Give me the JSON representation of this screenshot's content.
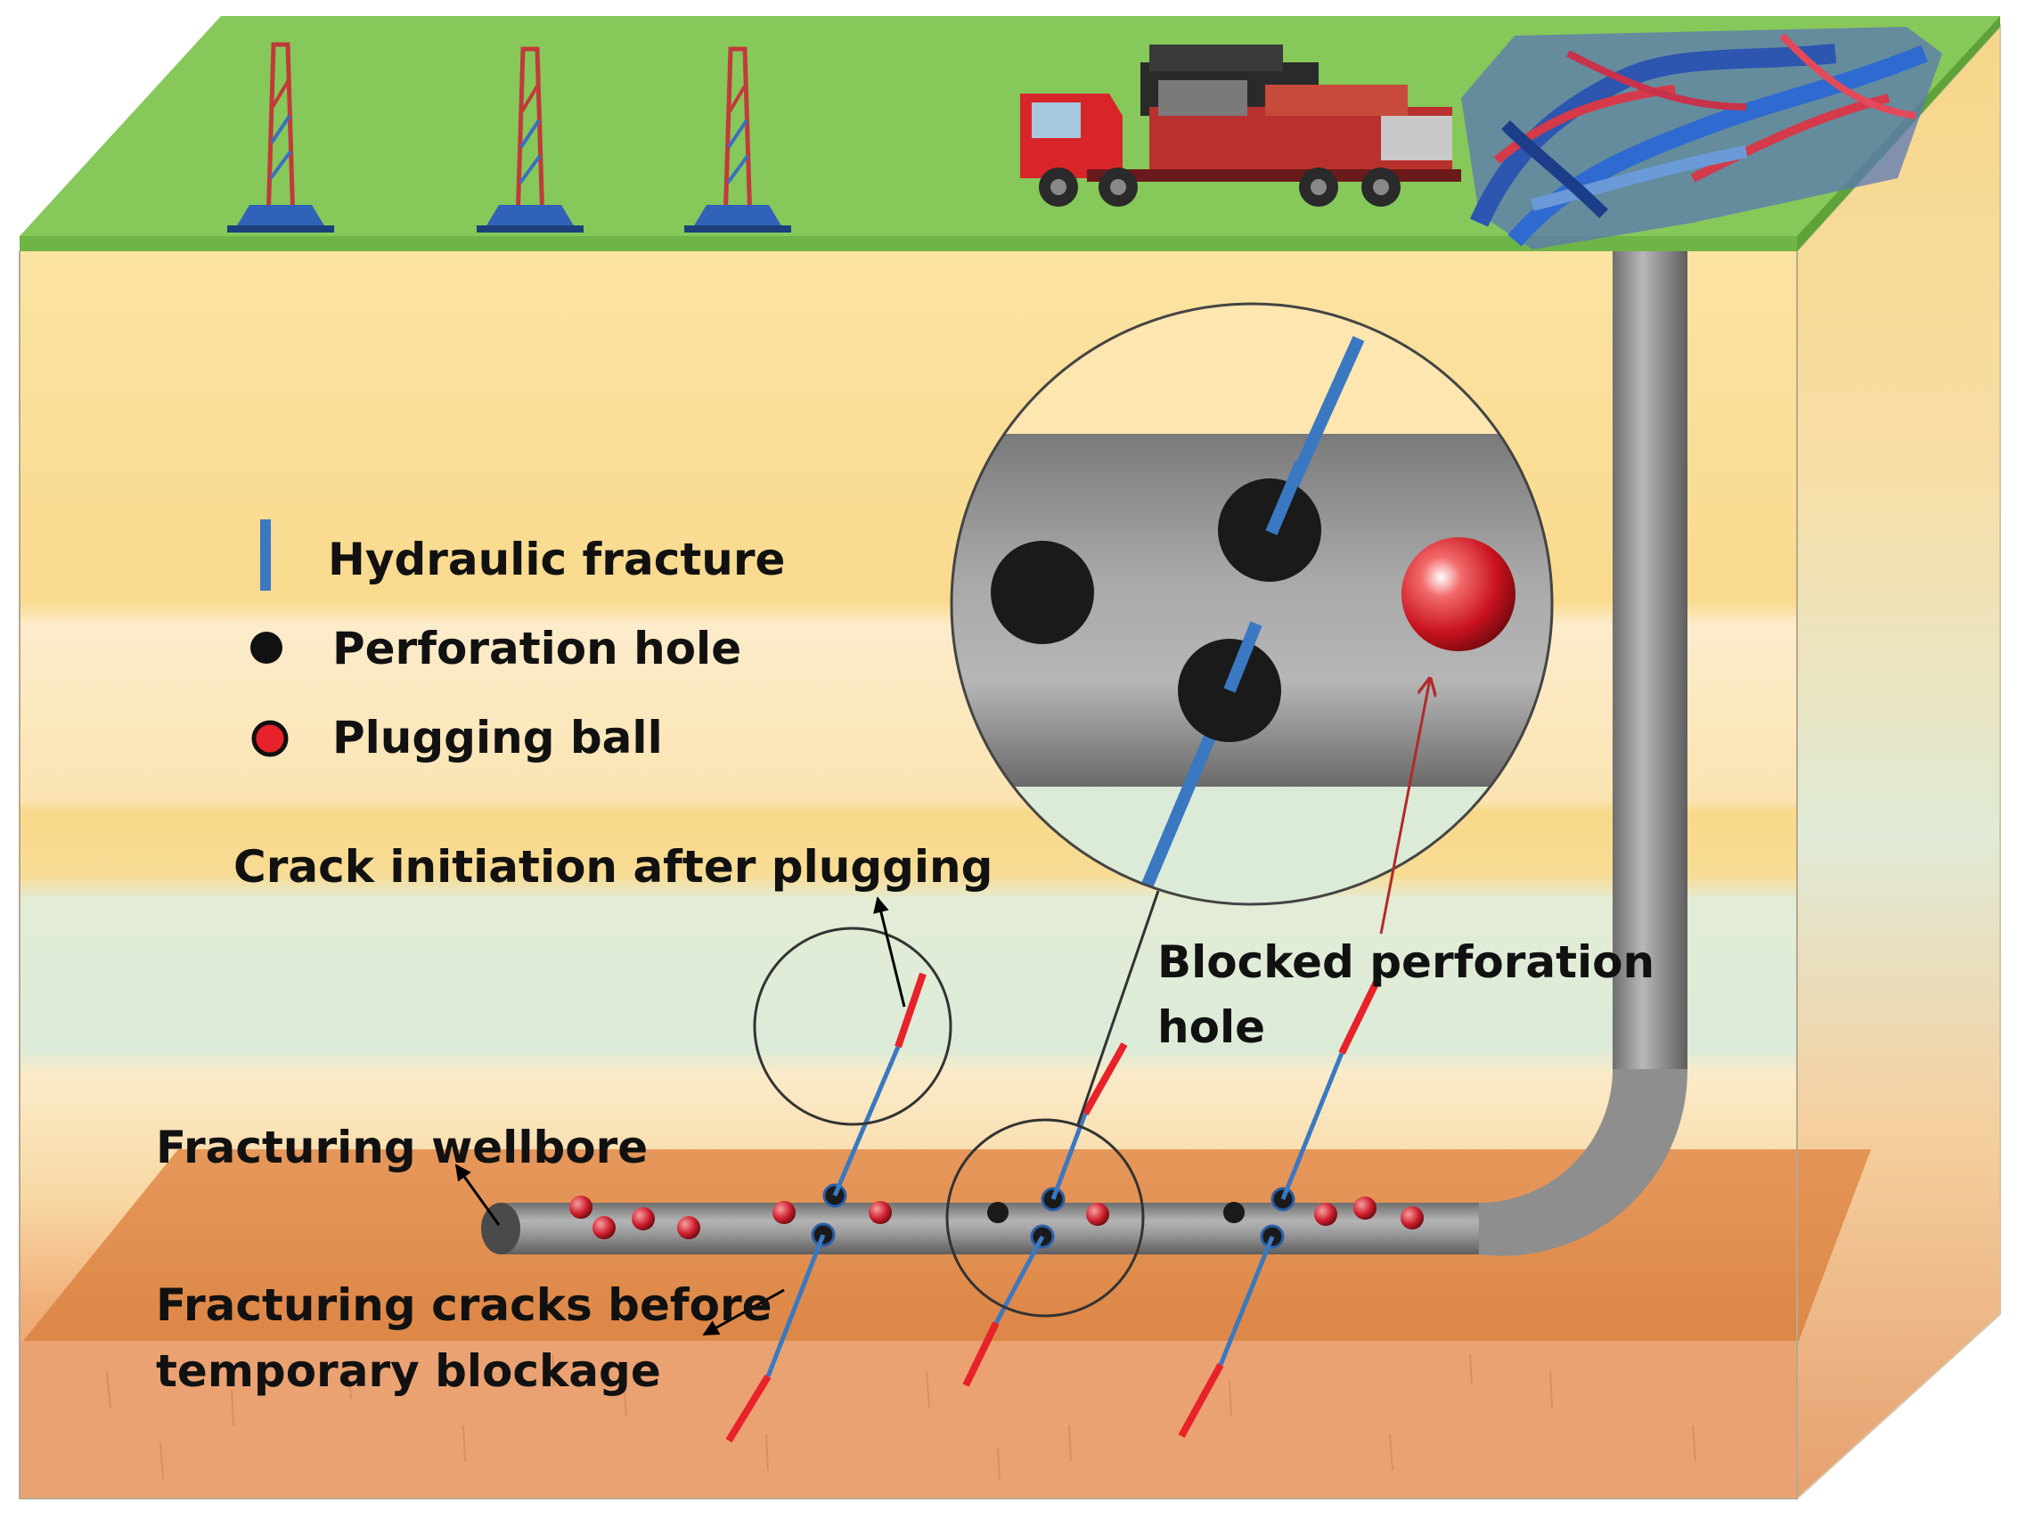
{
  "legend": {
    "hydraulic_fracture": "Hydraulic fracture",
    "perforation_hole": "Perforation hole",
    "plugging_ball": "Plugging ball"
  },
  "labels": {
    "crack_initiation": "Crack initiation after plugging",
    "blocked_line1": "Blocked perforation",
    "blocked_line2": "hole",
    "fracturing_wellbore": "Fracturing wellbore",
    "cracks_before_line1": "Fracturing cracks before",
    "cracks_before_line2": "temporary blockage"
  },
  "colors": {
    "ground": "#86c85a",
    "fracture_blue": "#3a78c2",
    "new_crack_red": "#e8222a",
    "perforation": "#1a1a1a",
    "plug_ball": "#d8202c",
    "casing_gray": "#8a8a8a",
    "layer_yellow": "#f8dc8c",
    "layer_green": "#dcecd8",
    "layer_orange": "#e6914e"
  },
  "icons": {
    "drilling_rigs": [
      "drilling-rig-icon",
      "drilling-rig-icon",
      "drilling-rig-icon"
    ],
    "fracturing_truck": "fracturing-truck-icon",
    "manifold": "fracturing-manifold-icon"
  }
}
